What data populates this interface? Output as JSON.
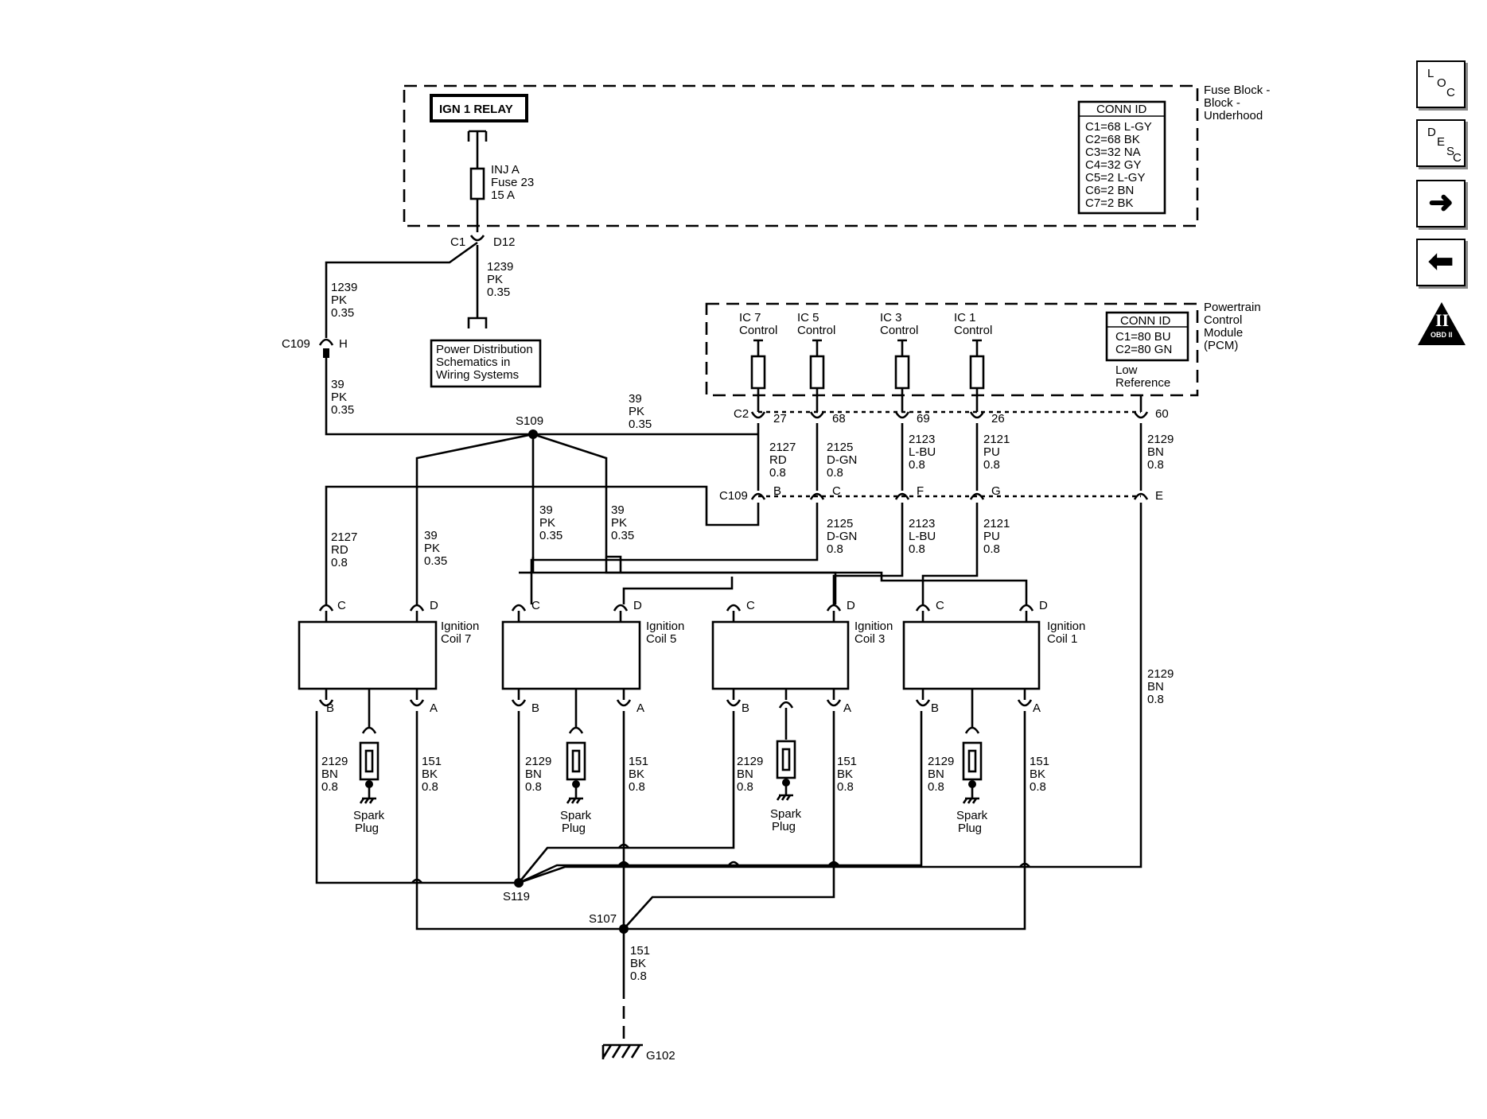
{
  "nav": {
    "loc": [
      "L",
      "O",
      "C"
    ],
    "desc": [
      "D",
      "E",
      "S",
      "C"
    ],
    "forward_icon": "right-arrow-icon",
    "back_icon": "left-arrow-icon",
    "obd": {
      "num": "II",
      "label": "OBD II"
    }
  },
  "fuse_block": {
    "name": "Fuse Block -",
    "name2": "Underhood",
    "relay": "IGN 1 RELAY",
    "fuse": [
      "INJ A",
      "Fuse 23",
      "15 A"
    ],
    "conn_title": "CONN ID",
    "conn": [
      "C1=68 L-GY",
      "C2=68 BK",
      "C3=32 NA",
      "C4=32 GY",
      "C5=2 L-GY",
      "C6=2 BN",
      "C7=2 BK"
    ],
    "pin_c1": "C1",
    "pin_d12": "D12"
  },
  "pdm": [
    "Power Distribution",
    "Schematics in",
    "Wiring  Systems"
  ],
  "pcm": {
    "name": [
      "Powertrain",
      "Control",
      "Module",
      "(PCM)"
    ],
    "conn_title": "CONN ID",
    "conn": [
      "C1=80 BU",
      "C2=80 GN"
    ],
    "low_ref": [
      "Low",
      "Reference"
    ],
    "controls": [
      {
        "line1": "IC 7",
        "line2": "Control",
        "pin": "27"
      },
      {
        "line1": "IC 5",
        "line2": "Control",
        "pin": "68"
      },
      {
        "line1": "IC 3",
        "line2": "Control",
        "pin": "69"
      },
      {
        "line1": "IC 1",
        "line2": "Control",
        "pin": "26"
      }
    ],
    "low_ref_pin": "60",
    "conn_label": "C2"
  },
  "wires": {
    "w1239_a": [
      "1239",
      "PK",
      "0.35"
    ],
    "w1239_b": [
      "1239",
      "PK",
      "0.35"
    ],
    "w39_a": [
      "39",
      "PK",
      "0.35"
    ],
    "w39_b": [
      "39",
      "PK",
      "0.35"
    ],
    "w39_c": [
      "39",
      "PK",
      "0.35"
    ],
    "w39_d": [
      "39",
      "PK",
      "0.35"
    ],
    "w39_e": [
      "39",
      "PK",
      "0.35"
    ],
    "w2127_top": [
      "2127",
      "RD",
      "0.8"
    ],
    "w2125_top": [
      "2125",
      "D-GN",
      "0.8"
    ],
    "w2123_top": [
      "2123",
      "L-BU",
      "0.8"
    ],
    "w2121_top": [
      "2121",
      "PU",
      "0.8"
    ],
    "w2129_top": [
      "2129",
      "BN",
      "0.8"
    ],
    "w2127_bot": [
      "2127",
      "RD",
      "0.8"
    ],
    "w2125_bot": [
      "2125",
      "D-GN",
      "0.8"
    ],
    "w2123_bot": [
      "2123",
      "L-BU",
      "0.8"
    ],
    "w2121_bot": [
      "2121",
      "PU",
      "0.8"
    ],
    "w2129_right": [
      "2129",
      "BN",
      "0.8"
    ],
    "w151_ground": [
      "151",
      "BK",
      "0.8"
    ]
  },
  "c109": {
    "label": "C109",
    "pin_h": "H",
    "pins": [
      "B",
      "C",
      "F",
      "G",
      "E"
    ]
  },
  "splices": {
    "s109": "S109",
    "s119": "S119",
    "s107": "S107"
  },
  "coils": [
    {
      "name1": "Ignition",
      "name2": "Coil 7",
      "pin_c": "C",
      "pin_d": "D",
      "pin_b": "B",
      "pin_a": "A",
      "bn": [
        "2129",
        "BN",
        "0.8"
      ],
      "bk": [
        "151",
        "BK",
        "0.8"
      ],
      "plug": [
        "Spark",
        "Plug"
      ]
    },
    {
      "name1": "Ignition",
      "name2": "Coil 5",
      "pin_c": "C",
      "pin_d": "D",
      "pin_b": "B",
      "pin_a": "A",
      "bn": [
        "2129",
        "BN",
        "0.8"
      ],
      "bk": [
        "151",
        "BK",
        "0.8"
      ],
      "plug": [
        "Spark",
        "Plug"
      ]
    },
    {
      "name1": "Ignition",
      "name2": "Coil 3",
      "pin_c": "C",
      "pin_d": "D",
      "pin_b": "B",
      "pin_a": "A",
      "bn": [
        "2129",
        "BN",
        "0.8"
      ],
      "bk": [
        "151",
        "BK",
        "0.8"
      ],
      "plug": [
        "Spark",
        "Plug"
      ]
    },
    {
      "name1": "Ignition",
      "name2": "Coil 1",
      "pin_c": "C",
      "pin_d": "D",
      "pin_b": "B",
      "pin_a": "A",
      "bn": [
        "2129",
        "BN",
        "0.8"
      ],
      "bk": [
        "151",
        "BK",
        "0.8"
      ],
      "plug": [
        "Spark",
        "Plug"
      ]
    }
  ],
  "ground": "G102"
}
